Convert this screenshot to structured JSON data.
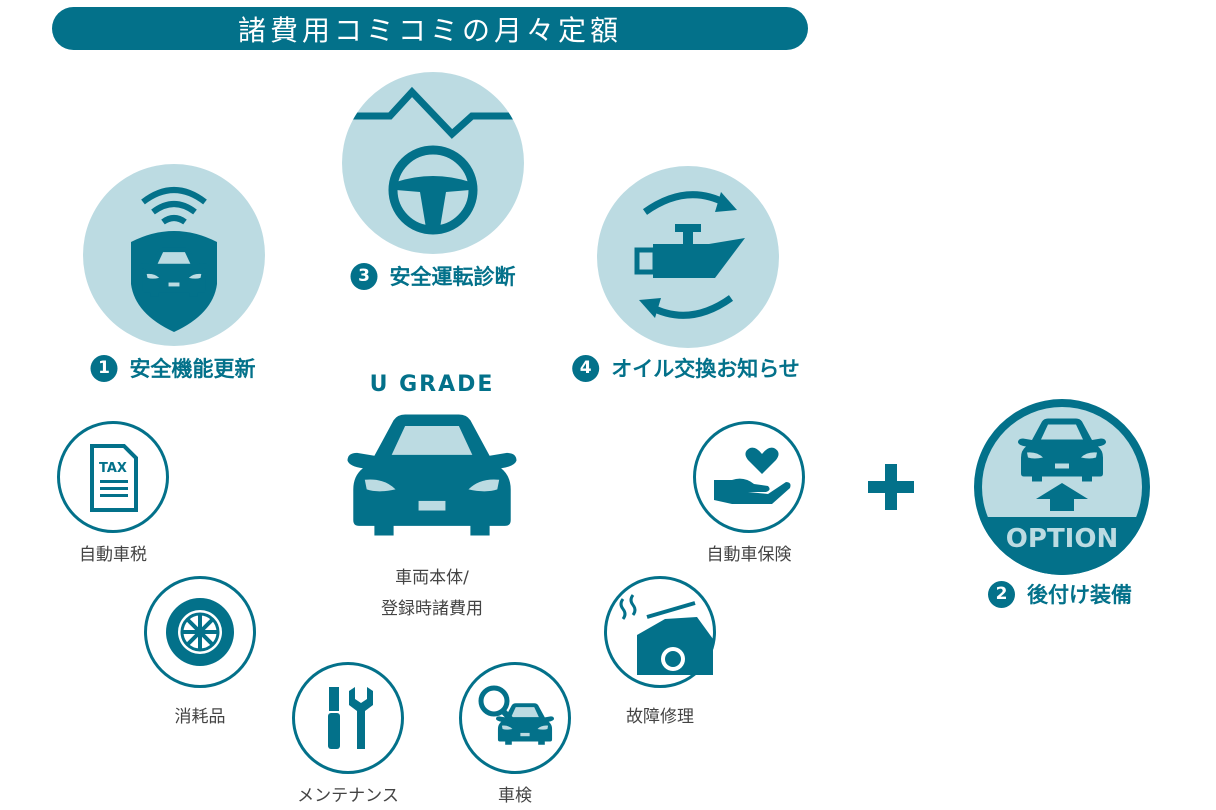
{
  "title": "諸費用コミコミの月々定額",
  "features": [
    {
      "num": "1",
      "label": "安全機能更新"
    },
    {
      "num": "2",
      "label": "後付け装備"
    },
    {
      "num": "3",
      "label": "安全運転診断"
    },
    {
      "num": "4",
      "label": "オイル交換お知らせ"
    }
  ],
  "grade": "U GRADE",
  "car_label_1": "車両本体/",
  "car_label_2": "登録時諸費用",
  "included": [
    {
      "label": "自動車税",
      "icon_text": "TAX"
    },
    {
      "label": "消耗品"
    },
    {
      "label": "メンテナンス"
    },
    {
      "label": "車検"
    },
    {
      "label": "故障修理"
    },
    {
      "label": "自動車保険"
    }
  ],
  "option_text": "OPTION",
  "colors": {
    "primary": "#03718a",
    "light": "#bcdbe2"
  }
}
